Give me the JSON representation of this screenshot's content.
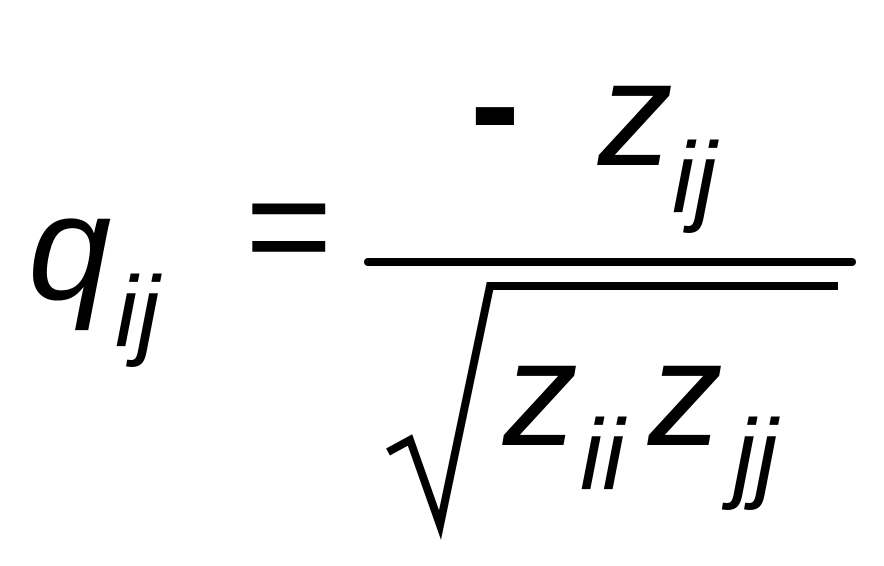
{
  "formula": {
    "lhs": {
      "symbol": "q",
      "subscript": "ij"
    },
    "equals": "=",
    "numerator": {
      "sign": "-",
      "symbol": "z",
      "subscript": "ij"
    },
    "denominator": {
      "radicand": [
        {
          "symbol": "z",
          "subscript": "ii"
        },
        {
          "symbol": "z",
          "subscript": "jj"
        }
      ]
    }
  }
}
